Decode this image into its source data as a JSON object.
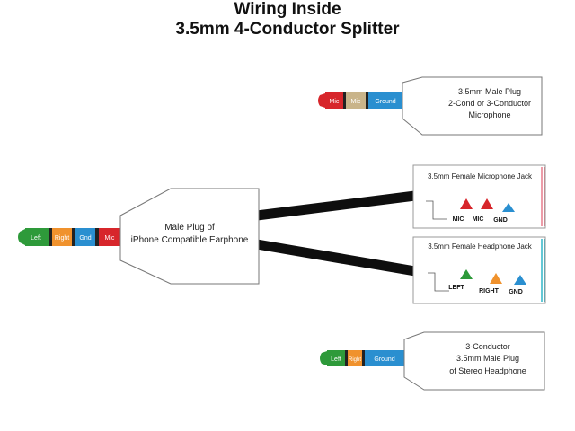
{
  "title": {
    "line1": "Wiring Inside",
    "line2": "3.5mm 4-Conductor Splitter"
  },
  "colors": {
    "tip_green": "#2e9a3a",
    "red": "#d7262b",
    "orange": "#f0922d",
    "blue": "#2a8fd0",
    "tan": "#c9b48a",
    "cable": "#0e0e0e",
    "mic_jack_edge": "#e77a8a",
    "headphone_jack_edge": "#2fb6c8"
  },
  "mic_plug": {
    "segments": [
      "Mic",
      "Mic",
      "Ground"
    ],
    "label_lines": [
      "3.5mm Male Plug",
      "2-Cond or 3-Conductor",
      "Microphone"
    ]
  },
  "main_plug": {
    "segments": [
      "Left",
      "Right",
      "Gnd",
      "Mic"
    ],
    "label_lines": [
      "Male Plug of",
      "iPhone Compatible Earphone"
    ]
  },
  "mic_jack": {
    "title": "3.5mm Female Microphone Jack",
    "pins": [
      "MIC",
      "MIC",
      "GND"
    ]
  },
  "headphone_jack": {
    "title": "3.5mm Female Headphone Jack",
    "pins": [
      "LEFT",
      "RIGHT",
      "GND"
    ]
  },
  "stereo_plug": {
    "segments": [
      "Left",
      "Right",
      "Ground"
    ],
    "label_lines": [
      "3-Conductor",
      "3.5mm Male Plug",
      "of Stereo Headphone"
    ]
  }
}
